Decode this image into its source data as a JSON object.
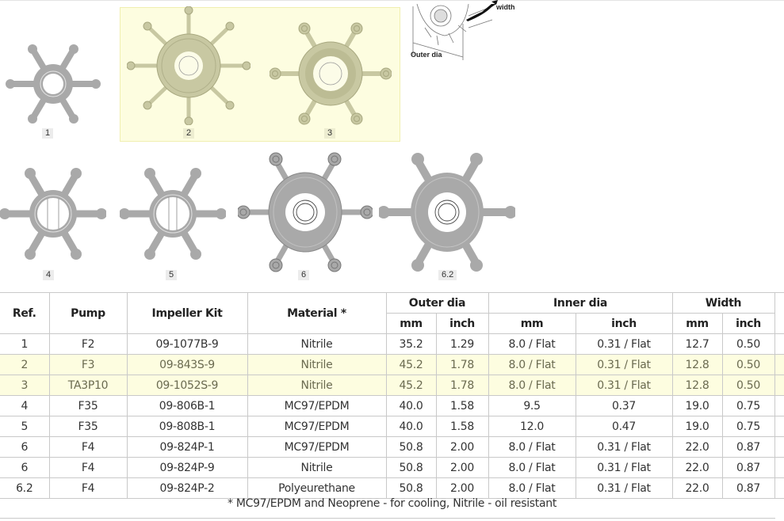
{
  "figures": {
    "labels": [
      "1",
      "2",
      "3",
      "4",
      "5",
      "6",
      "6.2"
    ],
    "highlighted": [
      "2",
      "3"
    ],
    "diagram": {
      "width_label": "width",
      "outer_dia_label": "Outer dia"
    }
  },
  "table": {
    "headers": {
      "ref": "Ref.",
      "pump": "Pump",
      "kit": "Impeller Kit",
      "material": "Material *",
      "outer_dia": "Outer dia",
      "inner_dia": "Inner dia",
      "width": "Width",
      "mm": "mm",
      "inch": "inch"
    },
    "rows": [
      {
        "ref": "1",
        "pump": "F2",
        "kit": "09-1077B-9",
        "material": "Nitrile",
        "od_mm": "35.2",
        "od_in": "1.29",
        "id_mm": "8.0 / Flat",
        "id_in": "0.31 / Flat",
        "w_mm": "12.7",
        "w_in": "0.50",
        "highlight": false
      },
      {
        "ref": "2",
        "pump": "F3",
        "kit": "09-843S-9",
        "material": "Nitrile",
        "od_mm": "45.2",
        "od_in": "1.78",
        "id_mm": "8.0 / Flat",
        "id_in": "0.31 / Flat",
        "w_mm": "12.8",
        "w_in": "0.50",
        "highlight": true
      },
      {
        "ref": "3",
        "pump": "TA3P10",
        "kit": "09-1052S-9",
        "material": "Nitrile",
        "od_mm": "45.2",
        "od_in": "1.78",
        "id_mm": "8.0 / Flat",
        "id_in": "0.31 / Flat",
        "w_mm": "12.8",
        "w_in": "0.50",
        "highlight": true
      },
      {
        "ref": "4",
        "pump": "F35",
        "kit": "09-806B-1",
        "material": "MC97/EPDM",
        "od_mm": "40.0",
        "od_in": "1.58",
        "id_mm": "9.5",
        "id_in": "0.37",
        "w_mm": "19.0",
        "w_in": "0.75",
        "highlight": false
      },
      {
        "ref": "5",
        "pump": "F35",
        "kit": "09-808B-1",
        "material": "MC97/EPDM",
        "od_mm": "40.0",
        "od_in": "1.58",
        "id_mm": "12.0",
        "id_in": "0.47",
        "w_mm": "19.0",
        "w_in": "0.75",
        "highlight": false
      },
      {
        "ref": "6",
        "pump": "F4",
        "kit": "09-824P-1",
        "material": "MC97/EPDM",
        "od_mm": "50.8",
        "od_in": "2.00",
        "id_mm": "8.0 / Flat",
        "id_in": "0.31 / Flat",
        "w_mm": "22.0",
        "w_in": "0.87",
        "highlight": false
      },
      {
        "ref": "6",
        "pump": "F4",
        "kit": "09-824P-9",
        "material": "Nitrile",
        "od_mm": "50.8",
        "od_in": "2.00",
        "id_mm": "8.0 / Flat",
        "id_in": "0.31 / Flat",
        "w_mm": "22.0",
        "w_in": "0.87",
        "highlight": false
      },
      {
        "ref": "6.2",
        "pump": "F4",
        "kit": "09-824P-2",
        "material": "Polyeurethane",
        "od_mm": "50.8",
        "od_in": "2.00",
        "id_mm": "8.0 / Flat",
        "id_in": "0.31 / Flat",
        "w_mm": "22.0",
        "w_in": "0.87",
        "highlight": false
      }
    ],
    "footnote": "* MC97/EPDM and Neoprene - for cooling, Nitrile - oil resistant"
  },
  "colors": {
    "highlight_bg": "#fdfde0",
    "impeller_gray": "#a9a9a9",
    "impeller_olive": "#c8c8a2",
    "border": "#c9c9c9"
  }
}
